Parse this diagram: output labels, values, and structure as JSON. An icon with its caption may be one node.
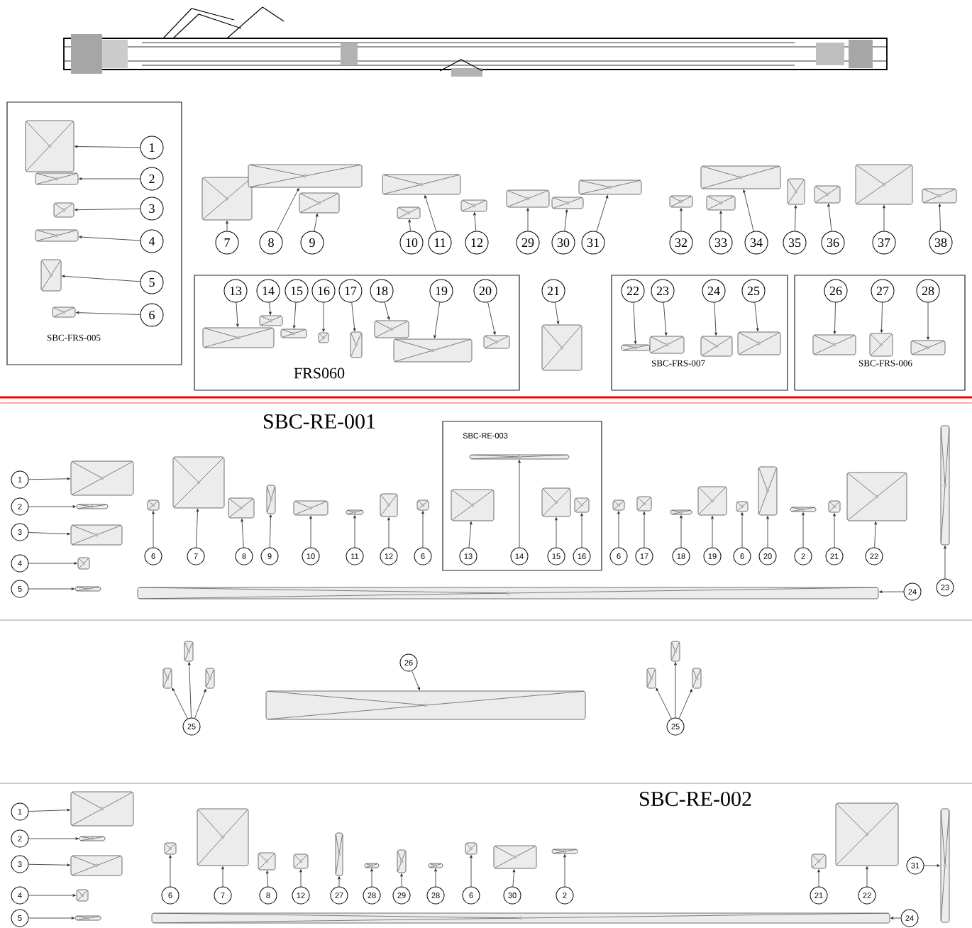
{
  "diagram": {
    "nodes": [
      {
        "text": [
          "SBC-FRS-005"
        ]
      },
      {
        "text": [
          "1"
        ],
        "in": 0
      },
      {
        "text": [],
        "shape": "picture",
        "in": 0
      },
      {
        "text": [
          "2"
        ],
        "in": 0
      },
      {
        "text": [],
        "shape": "picture",
        "in": 0
      },
      {
        "text": [
          "3"
        ],
        "in": 0
      },
      {
        "text": [],
        "shape": "picture",
        "in": 0
      },
      {
        "text": [
          "4"
        ],
        "in": 0
      },
      {
        "text": [],
        "shape": "picture",
        "in": 0
      },
      {
        "text": [
          "5"
        ],
        "in": 0
      },
      {
        "text": [],
        "shape": "picture",
        "in": 0
      },
      {
        "text": [
          "6"
        ],
        "in": 0
      },
      {
        "text": [],
        "shape": "picture",
        "in": 0
      },
      {
        "text": [
          "7"
        ]
      },
      {
        "text": [],
        "shape": "picture"
      },
      {
        "text": [
          "8"
        ]
      },
      {
        "text": [],
        "shape": "picture"
      },
      {
        "text": [
          "9"
        ]
      },
      {
        "text": [],
        "shape": "picture"
      },
      {
        "text": [
          "10"
        ]
      },
      {
        "text": [],
        "shape": "picture"
      },
      {
        "text": [
          "11"
        ]
      },
      {
        "text": [],
        "shape": "picture"
      },
      {
        "text": [
          "12"
        ]
      },
      {
        "text": [],
        "shape": "picture"
      },
      {
        "text": [
          "29"
        ]
      },
      {
        "text": [],
        "shape": "picture"
      },
      {
        "text": [
          "30"
        ]
      },
      {
        "text": [],
        "shape": "picture"
      },
      {
        "text": [
          "31"
        ]
      },
      {
        "text": [],
        "shape": "picture"
      },
      {
        "text": [
          "32"
        ]
      },
      {
        "text": [],
        "shape": "picture"
      },
      {
        "text": [
          "33"
        ]
      },
      {
        "text": [],
        "shape": "picture"
      },
      {
        "text": [
          "34"
        ]
      },
      {
        "text": [],
        "shape": "picture"
      },
      {
        "text": [
          "35"
        ]
      },
      {
        "text": [],
        "shape": "picture"
      },
      {
        "text": [
          "36"
        ]
      },
      {
        "text": [],
        "shape": "picture"
      },
      {
        "text": [
          "37"
        ]
      },
      {
        "text": [],
        "shape": "picture"
      },
      {
        "text": [
          "38"
        ]
      },
      {
        "text": [],
        "shape": "picture"
      },
      {
        "text": [
          "FRS060"
        ]
      },
      {
        "text": [
          "13"
        ],
        "in": 45
      },
      {
        "text": [],
        "shape": "picture",
        "in": 45
      },
      {
        "text": [
          "14"
        ],
        "in": 45
      },
      {
        "text": [],
        "shape": "picture",
        "in": 45
      },
      {
        "text": [
          "15"
        ],
        "in": 45
      },
      {
        "text": [],
        "shape": "picture",
        "in": 45
      },
      {
        "text": [
          "16"
        ],
        "in": 45
      },
      {
        "text": [],
        "shape": "picture",
        "in": 45
      },
      {
        "text": [
          "17"
        ],
        "in": 45
      },
      {
        "text": [],
        "shape": "picture",
        "in": 45
      },
      {
        "text": [
          "18"
        ],
        "in": 45
      },
      {
        "text": [],
        "shape": "picture",
        "in": 45
      },
      {
        "text": [
          "19"
        ],
        "in": 45
      },
      {
        "text": [],
        "shape": "picture",
        "in": 45
      },
      {
        "text": [
          "20"
        ],
        "in": 45
      },
      {
        "text": [],
        "shape": "picture",
        "in": 45
      },
      {
        "text": [
          "21"
        ]
      },
      {
        "text": [],
        "shape": "picture"
      },
      {
        "text": [
          "SBC-FRS-007"
        ]
      },
      {
        "text": [
          "22"
        ],
        "in": 64
      },
      {
        "text": [],
        "shape": "picture",
        "in": 64
      },
      {
        "text": [
          "23"
        ],
        "in": 64
      },
      {
        "text": [],
        "shape": "picture",
        "in": 64
      },
      {
        "text": [
          "24"
        ],
        "in": 64
      },
      {
        "text": [],
        "shape": "picture",
        "in": 64
      },
      {
        "text": [
          "25"
        ],
        "in": 64
      },
      {
        "text": [],
        "shape": "picture",
        "in": 64
      },
      {
        "text": [
          "SBC-FRS-006"
        ]
      },
      {
        "text": [
          "26"
        ],
        "in": 73
      },
      {
        "text": [],
        "shape": "picture",
        "in": 73
      },
      {
        "text": [
          "27"
        ],
        "in": 73
      },
      {
        "text": [],
        "shape": "picture",
        "in": 73
      },
      {
        "text": [
          "28"
        ],
        "in": 73
      },
      {
        "text": [],
        "shape": "picture",
        "in": 73
      },
      {
        "text": [
          "1"
        ]
      },
      {
        "text": [],
        "shape": "picture"
      },
      {
        "text": [
          "2"
        ]
      },
      {
        "text": [],
        "shape": "picture"
      },
      {
        "text": [
          "3"
        ]
      },
      {
        "text": [],
        "shape": "picture"
      },
      {
        "text": [
          "4"
        ]
      },
      {
        "text": [],
        "shape": "picture"
      },
      {
        "text": [
          "5"
        ]
      },
      {
        "text": [],
        "shape": "picture"
      },
      {
        "text": [
          "6"
        ]
      },
      {
        "text": [],
        "shape": "picture"
      },
      {
        "text": [
          "7"
        ]
      },
      {
        "text": [],
        "shape": "picture"
      },
      {
        "text": [
          "8"
        ]
      },
      {
        "text": [],
        "shape": "picture"
      },
      {
        "text": [
          "9"
        ]
      },
      {
        "text": [],
        "shape": "picture"
      },
      {
        "text": [
          "10"
        ]
      },
      {
        "text": [],
        "shape": "picture"
      },
      {
        "text": [
          "11"
        ]
      },
      {
        "text": [],
        "shape": "picture"
      },
      {
        "text": [
          "12"
        ]
      },
      {
        "text": [],
        "shape": "picture"
      },
      {
        "text": [
          "6"
        ]
      },
      {
        "text": [],
        "shape": "picture"
      },
      {
        "text": [
          "SBC-RE-003"
        ]
      },
      {
        "text": [
          "13"
        ],
        "in": 106
      },
      {
        "text": [],
        "shape": "picture",
        "in": 106
      },
      {
        "text": [
          "14"
        ],
        "in": 106
      },
      {
        "text": [],
        "shape": "picture",
        "in": 106
      },
      {
        "text": [
          "15"
        ],
        "in": 106
      },
      {
        "text": [],
        "shape": "picture",
        "in": 106
      },
      {
        "text": [
          "16"
        ],
        "in": 106
      },
      {
        "text": [],
        "shape": "picture",
        "in": 106
      },
      {
        "text": [
          "6"
        ]
      },
      {
        "text": [],
        "shape": "picture"
      },
      {
        "text": [
          "17"
        ]
      },
      {
        "text": [],
        "shape": "picture"
      },
      {
        "text": [
          "18"
        ]
      },
      {
        "text": [],
        "shape": "picture"
      },
      {
        "text": [
          "19"
        ]
      },
      {
        "text": [],
        "shape": "picture"
      },
      {
        "text": [
          "6"
        ]
      },
      {
        "text": [],
        "shape": "picture"
      },
      {
        "text": [
          "20"
        ]
      },
      {
        "text": [],
        "shape": "picture"
      },
      {
        "text": [
          "2"
        ]
      },
      {
        "text": [],
        "shape": "picture"
      },
      {
        "text": [
          "21"
        ]
      },
      {
        "text": [],
        "shape": "picture"
      },
      {
        "text": [
          "22"
        ]
      },
      {
        "text": [],
        "shape": "picture"
      },
      {
        "text": [
          "24"
        ]
      },
      {
        "text": [],
        "shape": "picture"
      },
      {
        "text": [
          "23"
        ]
      },
      {
        "text": [],
        "shape": "picture"
      },
      {
        "text": [
          "25"
        ]
      },
      {
        "text": [],
        "shape": "picture"
      },
      {
        "text": [],
        "shape": "picture"
      },
      {
        "text": [],
        "shape": "picture"
      },
      {
        "text": [
          "26"
        ]
      },
      {
        "text": [],
        "shape": "picture"
      },
      {
        "text": [
          "25"
        ]
      },
      {
        "text": [],
        "shape": "picture"
      },
      {
        "text": [],
        "shape": "picture"
      },
      {
        "text": [],
        "shape": "picture"
      },
      {
        "text": [
          "1"
        ]
      },
      {
        "text": [],
        "shape": "picture"
      },
      {
        "text": [
          "2"
        ]
      },
      {
        "text": [],
        "shape": "picture"
      },
      {
        "text": [
          "3"
        ]
      },
      {
        "text": [],
        "shape": "picture"
      },
      {
        "text": [
          "4"
        ]
      },
      {
        "text": [],
        "shape": "picture"
      },
      {
        "text": [
          "5"
        ]
      },
      {
        "text": [],
        "shape": "picture"
      },
      {
        "text": [
          "6"
        ]
      },
      {
        "text": [],
        "shape": "picture"
      },
      {
        "text": [
          "7"
        ]
      },
      {
        "text": [],
        "shape": "picture"
      },
      {
        "text": [
          "8"
        ]
      },
      {
        "text": [],
        "shape": "picture"
      },
      {
        "text": [
          "12"
        ]
      },
      {
        "text": [],
        "shape": "picture"
      },
      {
        "text": [
          "27"
        ]
      },
      {
        "text": [],
        "shape": "picture"
      },
      {
        "text": [
          "28"
        ]
      },
      {
        "text": [],
        "shape": "picture"
      },
      {
        "text": [
          "29"
        ]
      },
      {
        "text": [],
        "shape": "picture"
      },
      {
        "text": [
          "28"
        ]
      },
      {
        "text": [],
        "shape": "picture"
      },
      {
        "text": [
          "6"
        ]
      },
      {
        "text": [],
        "shape": "picture"
      },
      {
        "text": [
          "30"
        ]
      },
      {
        "text": [],
        "shape": "picture"
      },
      {
        "text": [
          "2"
        ]
      },
      {
        "text": [],
        "shape": "picture"
      },
      {
        "text": [
          "21"
        ]
      },
      {
        "text": [],
        "shape": "picture"
      },
      {
        "text": [
          "22"
        ]
      },
      {
        "text": [],
        "shape": "picture"
      },
      {
        "text": [
          "24"
        ]
      },
      {
        "text": [],
        "shape": "picture"
      },
      {
        "text": [
          "31"
        ]
      },
      {
        "text": [],
        "shape": "picture"
      }
    ],
    "edges": [
      {
        "from": 1,
        "to": 2,
        "arrow": "to"
      },
      {
        "from": 3,
        "to": 4,
        "arrow": "to"
      },
      {
        "from": 5,
        "to": 6,
        "arrow": "to"
      },
      {
        "from": 7,
        "to": 8,
        "arrow": "to"
      },
      {
        "from": 9,
        "to": 10,
        "arrow": "to"
      },
      {
        "from": 11,
        "to": 12,
        "arrow": "to"
      },
      {
        "from": 13,
        "to": 14,
        "arrow": "to"
      },
      {
        "from": 15,
        "to": 16,
        "arrow": "to"
      },
      {
        "from": 17,
        "to": 18,
        "arrow": "to"
      },
      {
        "from": 19,
        "to": 20,
        "arrow": "to"
      },
      {
        "from": 21,
        "to": 22,
        "arrow": "to"
      },
      {
        "from": 23,
        "to": 24,
        "arrow": "to"
      },
      {
        "from": 25,
        "to": 26,
        "arrow": "to"
      },
      {
        "from": 27,
        "to": 28,
        "arrow": "to"
      },
      {
        "from": 29,
        "to": 30,
        "arrow": "to"
      },
      {
        "from": 31,
        "to": 32,
        "arrow": "to"
      },
      {
        "from": 33,
        "to": 34,
        "arrow": "to"
      },
      {
        "from": 35,
        "to": 36,
        "arrow": "to"
      },
      {
        "from": 37,
        "to": 38,
        "arrow": "to"
      },
      {
        "from": 39,
        "to": 40,
        "arrow": "to"
      },
      {
        "from": 41,
        "to": 42,
        "arrow": "to"
      },
      {
        "from": 43,
        "to": 44,
        "arrow": "to"
      },
      {
        "from": 46,
        "to": 47,
        "arrow": "to"
      },
      {
        "from": 48,
        "to": 49,
        "arrow": "to"
      },
      {
        "from": 50,
        "to": 51,
        "arrow": "to"
      },
      {
        "from": 52,
        "to": 53,
        "arrow": "to"
      },
      {
        "from": 54,
        "to": 55,
        "arrow": "to"
      },
      {
        "from": 56,
        "to": 57,
        "arrow": "to"
      },
      {
        "from": 58,
        "to": 59,
        "arrow": "to"
      },
      {
        "from": 60,
        "to": 61,
        "arrow": "to"
      },
      {
        "from": 62,
        "to": 63,
        "arrow": "to"
      },
      {
        "from": 65,
        "to": 66,
        "arrow": "to"
      },
      {
        "from": 67,
        "to": 68,
        "arrow": "to"
      },
      {
        "from": 69,
        "to": 70,
        "arrow": "to"
      },
      {
        "from": 71,
        "to": 72,
        "arrow": "to"
      },
      {
        "from": 74,
        "to": 75,
        "arrow": "to"
      },
      {
        "from": 76,
        "to": 77,
        "arrow": "to"
      },
      {
        "from": 78,
        "to": 79,
        "arrow": "to"
      },
      {
        "from": 80,
        "to": 81,
        "arrow": "to"
      },
      {
        "from": 82,
        "to": 83,
        "arrow": "to"
      },
      {
        "from": 84,
        "to": 85,
        "arrow": "to"
      },
      {
        "from": 86,
        "to": 87,
        "arrow": "to"
      },
      {
        "from": 88,
        "to": 89,
        "arrow": "to"
      },
      {
        "from": 90,
        "to": 91,
        "arrow": "to"
      },
      {
        "from": 92,
        "to": 93,
        "arrow": "to"
      },
      {
        "from": 94,
        "to": 95,
        "arrow": "to"
      },
      {
        "from": 96,
        "to": 97,
        "arrow": "to"
      },
      {
        "from": 98,
        "to": 99,
        "arrow": "to"
      },
      {
        "from": 100,
        "to": 101,
        "arrow": "to"
      },
      {
        "from": 102,
        "to": 103,
        "arrow": "to"
      },
      {
        "from": 104,
        "to": 105,
        "arrow": "to"
      },
      {
        "from": 107,
        "to": 108,
        "arrow": "to"
      },
      {
        "from": 109,
        "to": 110,
        "arrow": "to"
      },
      {
        "from": 111,
        "to": 112,
        "arrow": "to"
      },
      {
        "from": 113,
        "to": 114,
        "arrow": "to"
      },
      {
        "from": 115,
        "to": 116,
        "arrow": "to"
      },
      {
        "from": 117,
        "to": 118,
        "arrow": "to"
      },
      {
        "from": 119,
        "to": 120,
        "arrow": "to"
      },
      {
        "from": 121,
        "to": 122,
        "arrow": "to"
      },
      {
        "from": 123,
        "to": 124,
        "arrow": "to"
      },
      {
        "from": 125,
        "to": 126,
        "arrow": "to"
      },
      {
        "from": 127,
        "to": 128,
        "arrow": "to"
      },
      {
        "from": 129,
        "to": 130,
        "arrow": "to"
      },
      {
        "from": 131,
        "to": 132,
        "arrow": "to"
      },
      {
        "from": 133,
        "to": 134,
        "arrow": "to"
      },
      {
        "from": 135,
        "to": 136,
        "arrow": "to"
      },
      {
        "from": 137,
        "to": 138,
        "arrow": "to"
      },
      {
        "from": 137,
        "to": 139,
        "arrow": "to"
      },
      {
        "from": 137,
        "to": 140,
        "arrow": "to"
      },
      {
        "from": 141,
        "to": 142,
        "arrow": "to"
      },
      {
        "from": 143,
        "to": 144,
        "arrow": "to"
      },
      {
        "from": 143,
        "to": 145,
        "arrow": "to"
      },
      {
        "from": 143,
        "to": 146,
        "arrow": "to"
      },
      {
        "from": 147,
        "to": 148,
        "arrow": "to"
      },
      {
        "from": 149,
        "to": 150,
        "arrow": "to"
      },
      {
        "from": 151,
        "to": 152,
        "arrow": "to"
      },
      {
        "from": 153,
        "to": 154,
        "arrow": "to"
      },
      {
        "from": 155,
        "to": 156,
        "arrow": "to"
      },
      {
        "from": 157,
        "to": 158,
        "arrow": "to"
      },
      {
        "from": 159,
        "to": 160,
        "arrow": "to"
      },
      {
        "from": 161,
        "to": 162,
        "arrow": "to"
      },
      {
        "from": 163,
        "to": 164,
        "arrow": "to"
      },
      {
        "from": 165,
        "to": 166,
        "arrow": "to"
      },
      {
        "from": 167,
        "to": 168,
        "arrow": "to"
      },
      {
        "from": 169,
        "to": 170,
        "arrow": "to"
      },
      {
        "from": 171,
        "to": 172,
        "arrow": "to"
      },
      {
        "from": 173,
        "to": 174,
        "arrow": "to"
      },
      {
        "from": 175,
        "to": 176,
        "arrow": "to"
      },
      {
        "from": 177,
        "to": 178,
        "arrow": "to"
      },
      {
        "from": 179,
        "to": 180,
        "arrow": "to"
      },
      {
        "from": 181,
        "to": 182,
        "arrow": "to"
      },
      {
        "from": 183,
        "to": 184,
        "arrow": "to"
      },
      {
        "from": 185,
        "to": 186,
        "arrow": "to"
      }
    ],
    "labels": [
      "SBC-RE-001",
      "SBC-RE-002"
    ]
  }
}
